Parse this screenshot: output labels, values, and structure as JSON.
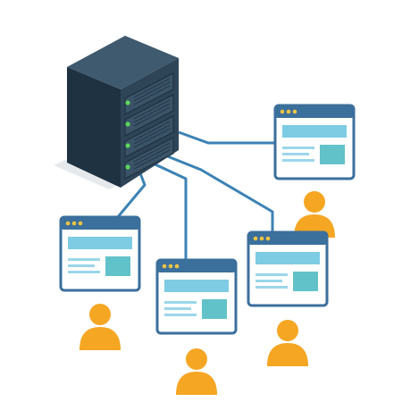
{
  "illustration": {
    "server": {
      "icon": "server-rack-icon",
      "drive_bays": 4,
      "status_lights": 4
    },
    "clients": [
      {
        "window_icon": "browser-window-icon",
        "user_icon": "user-icon"
      },
      {
        "window_icon": "browser-window-icon",
        "user_icon": "user-icon"
      },
      {
        "window_icon": "browser-window-icon",
        "user_icon": "user-icon"
      },
      {
        "window_icon": "browser-window-icon",
        "user_icon": "user-icon"
      }
    ],
    "connections": 4
  },
  "colors": {
    "server_top": "#3f5a6e",
    "server_front": "#2e4457",
    "server_side": "#1f3242",
    "server_bay": "#3a5367",
    "status_light": "#5cd65c",
    "cable": "#3c82b4",
    "window_frame": "#3b6f9c",
    "window_titlebar": "#3b6f9c",
    "window_dot": "#f5c542",
    "window_body": "#ffffff",
    "content_bar": "#7ecbe4",
    "content_block": "#62c2c9",
    "content_line": "#9bd6ea",
    "user": "#f5a623",
    "shadow": "#e6e9ec"
  }
}
